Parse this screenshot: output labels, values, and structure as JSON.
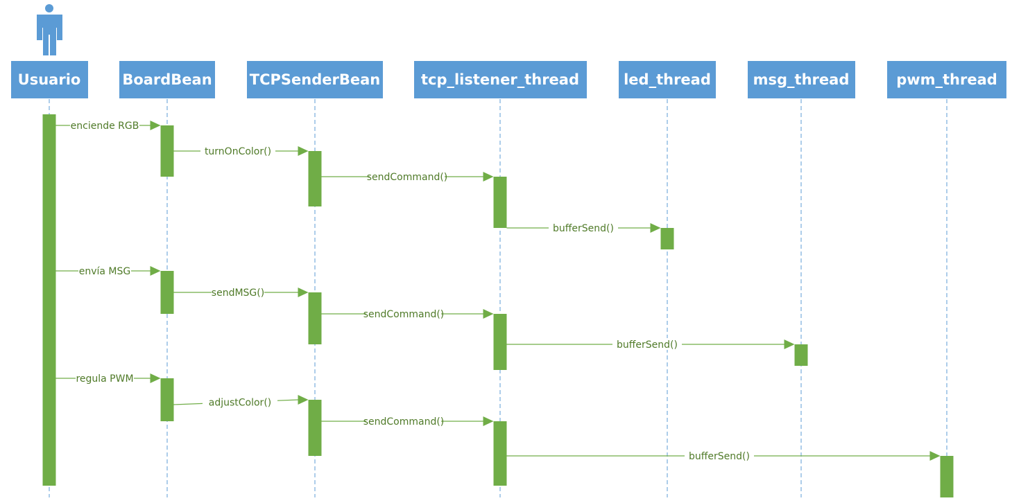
{
  "colors": {
    "header_fill": "#5b9bd5",
    "header_text": "#ffffff",
    "lifeline": "#5b9bd5",
    "activation": "#70ad47",
    "message": "#70ad47",
    "message_text": "#4f7a28",
    "actor": "#5b9bd5"
  },
  "actor_icon": "person-icon",
  "participants": [
    {
      "id": "usuario",
      "label": "Usuario"
    },
    {
      "id": "boardbean",
      "label": "BoardBean"
    },
    {
      "id": "tcpsenderbean",
      "label": "TCPSenderBean"
    },
    {
      "id": "tcp_listener_thread",
      "label": "tcp_listener_thread"
    },
    {
      "id": "led_thread",
      "label": "led_thread"
    },
    {
      "id": "msg_thread",
      "label": "msg_thread"
    },
    {
      "id": "pwm_thread",
      "label": "pwm_thread"
    }
  ],
  "messages": [
    {
      "from": "usuario",
      "to": "boardbean",
      "label": "enciende RGB"
    },
    {
      "from": "boardbean",
      "to": "tcpsenderbean",
      "label": "turnOnColor()"
    },
    {
      "from": "tcpsenderbean",
      "to": "tcp_listener_thread",
      "label": "sendCommand()"
    },
    {
      "from": "tcp_listener_thread",
      "to": "led_thread",
      "label": "bufferSend()"
    },
    {
      "from": "usuario",
      "to": "boardbean",
      "label": "envía MSG"
    },
    {
      "from": "boardbean",
      "to": "tcpsenderbean",
      "label": "sendMSG()"
    },
    {
      "from": "tcpsenderbean",
      "to": "tcp_listener_thread",
      "label": "sendCommand()"
    },
    {
      "from": "tcp_listener_thread",
      "to": "msg_thread",
      "label": "bufferSend()"
    },
    {
      "from": "usuario",
      "to": "boardbean",
      "label": "regula PWM"
    },
    {
      "from": "boardbean",
      "to": "tcpsenderbean",
      "label": "adjustColor()"
    },
    {
      "from": "tcpsenderbean",
      "to": "tcp_listener_thread",
      "label": "sendCommand()"
    },
    {
      "from": "tcp_listener_thread",
      "to": "pwm_thread",
      "label": "bufferSend()"
    }
  ]
}
